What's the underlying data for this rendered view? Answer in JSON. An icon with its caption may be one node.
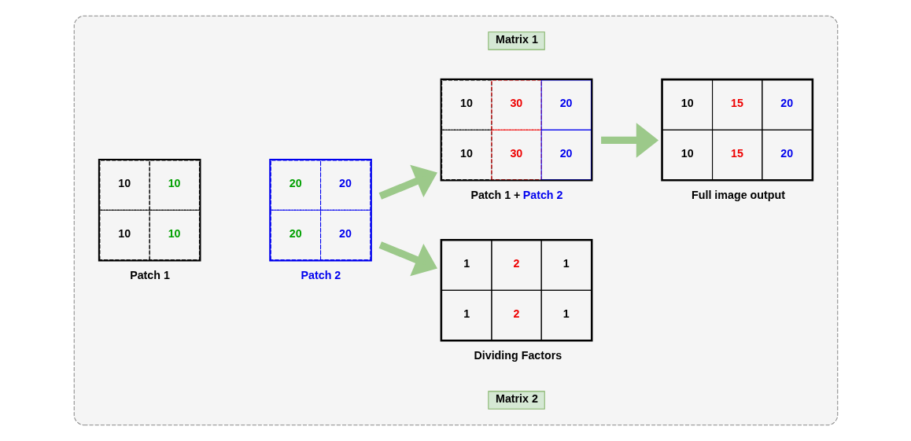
{
  "diagram": {
    "nodes": [
      {
        "text": [],
        "shape": "box"
      },
      {
        "text": [
          "10",
          "10",
          "10",
          "10"
        ],
        "beside": [
          "Patch 1"
        ],
        "in": 0
      },
      {
        "text": [
          "20",
          "20",
          "20",
          "20"
        ],
        "beside": [
          "Patch 2"
        ],
        "in": 0
      },
      {
        "text": [
          "Matrix 1"
        ],
        "in": 0
      },
      {
        "text": [
          "10",
          "30",
          "20",
          "10",
          "30",
          "20"
        ],
        "beside": [
          "Patch 1 +",
          "Patch 2"
        ],
        "in": 0
      },
      {
        "text": [
          "1",
          "2",
          "1",
          "1",
          "2",
          "1"
        ],
        "beside": [
          "Dividing Factors"
        ],
        "in": 0
      },
      {
        "text": [
          "Matrix 2"
        ],
        "in": 0
      },
      {
        "text": [
          "10",
          "15",
          "20",
          "10",
          "15",
          "20"
        ],
        "beside": [
          "Full image output"
        ],
        "in": 0
      }
    ],
    "edges": [
      {
        "from": 2,
        "to": 4,
        "arrow": "to"
      },
      {
        "from": 2,
        "to": 5,
        "arrow": "to"
      },
      {
        "from": 4,
        "to": 7,
        "arrow": "to"
      }
    ]
  }
}
